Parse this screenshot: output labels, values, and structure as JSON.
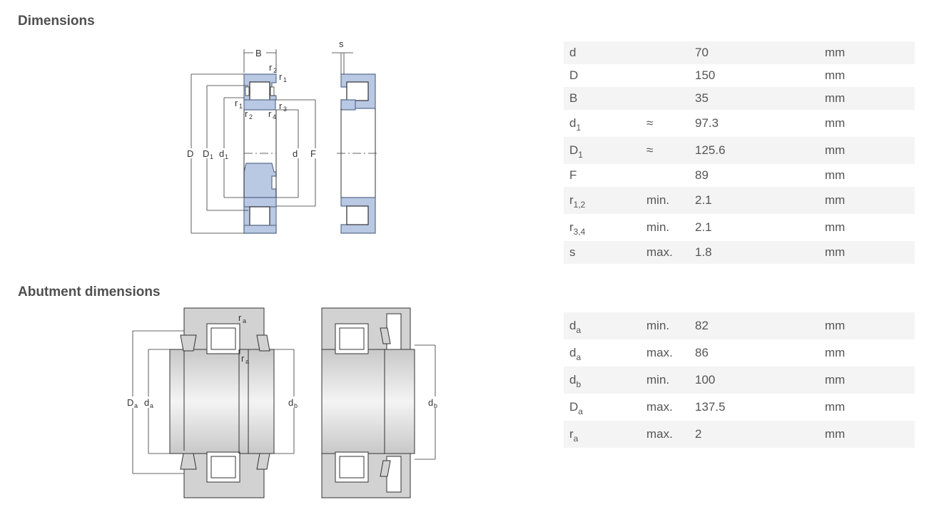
{
  "sections": {
    "dimensions": "Dimensions",
    "abutment": "Abutment dimensions"
  },
  "dimensions": [
    {
      "sym": "d",
      "sub": "",
      "qual": "",
      "value": "70",
      "unit": "mm"
    },
    {
      "sym": "D",
      "sub": "",
      "qual": "",
      "value": "150",
      "unit": "mm"
    },
    {
      "sym": "B",
      "sub": "",
      "qual": "",
      "value": "35",
      "unit": "mm"
    },
    {
      "sym": "d",
      "sub": "1",
      "qual": "≈",
      "value": "97.3",
      "unit": "mm"
    },
    {
      "sym": "D",
      "sub": "1",
      "qual": "≈",
      "value": "125.6",
      "unit": "mm"
    },
    {
      "sym": "F",
      "sub": "",
      "qual": "",
      "value": "89",
      "unit": "mm"
    },
    {
      "sym": "r",
      "sub": "1,2",
      "qual": "min.",
      "value": "2.1",
      "unit": "mm"
    },
    {
      "sym": "r",
      "sub": "3,4",
      "qual": "min.",
      "value": "2.1",
      "unit": "mm"
    },
    {
      "sym": "s",
      "sub": "",
      "qual": "max.",
      "value": "1.8",
      "unit": "mm"
    }
  ],
  "abutment": [
    {
      "sym": "d",
      "sub": "a",
      "qual": "min.",
      "value": "82",
      "unit": "mm"
    },
    {
      "sym": "d",
      "sub": "a",
      "qual": "max.",
      "value": "86",
      "unit": "mm"
    },
    {
      "sym": "d",
      "sub": "b",
      "qual": "min.",
      "value": "100",
      "unit": "mm"
    },
    {
      "sym": "D",
      "sub": "a",
      "qual": "max.",
      "value": "137.5",
      "unit": "mm"
    },
    {
      "sym": "r",
      "sub": "a",
      "qual": "max.",
      "value": "2",
      "unit": "mm"
    }
  ],
  "drawing_labels": {
    "B": "B",
    "s": "s",
    "D": "D",
    "D1": "D",
    "d1": "d",
    "d": "d",
    "F": "F",
    "r": "r",
    "one": "1",
    "two": "2",
    "three": "3",
    "four": "4",
    "Da": "D",
    "da": "d",
    "db": "d",
    "ra": "r",
    "a": "a",
    "b": "b"
  },
  "colors": {
    "bearing_fill": "#b9c8e3",
    "bearing_stroke": "#5b6f8f",
    "housing_fill": "#d2d2d2",
    "row_alt": "#f4f4f4"
  }
}
